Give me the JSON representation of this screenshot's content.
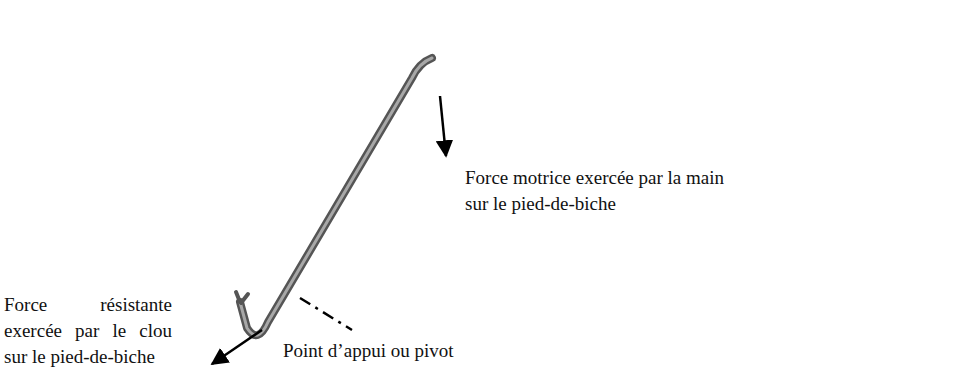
{
  "diagram": {
    "labels": [
      "Force motrice exercée par la main sur le pied-de-biche",
      "Force résistante exercée par le clou sur le pied-de-biche",
      "Point d’appui ou pivot"
    ]
  }
}
